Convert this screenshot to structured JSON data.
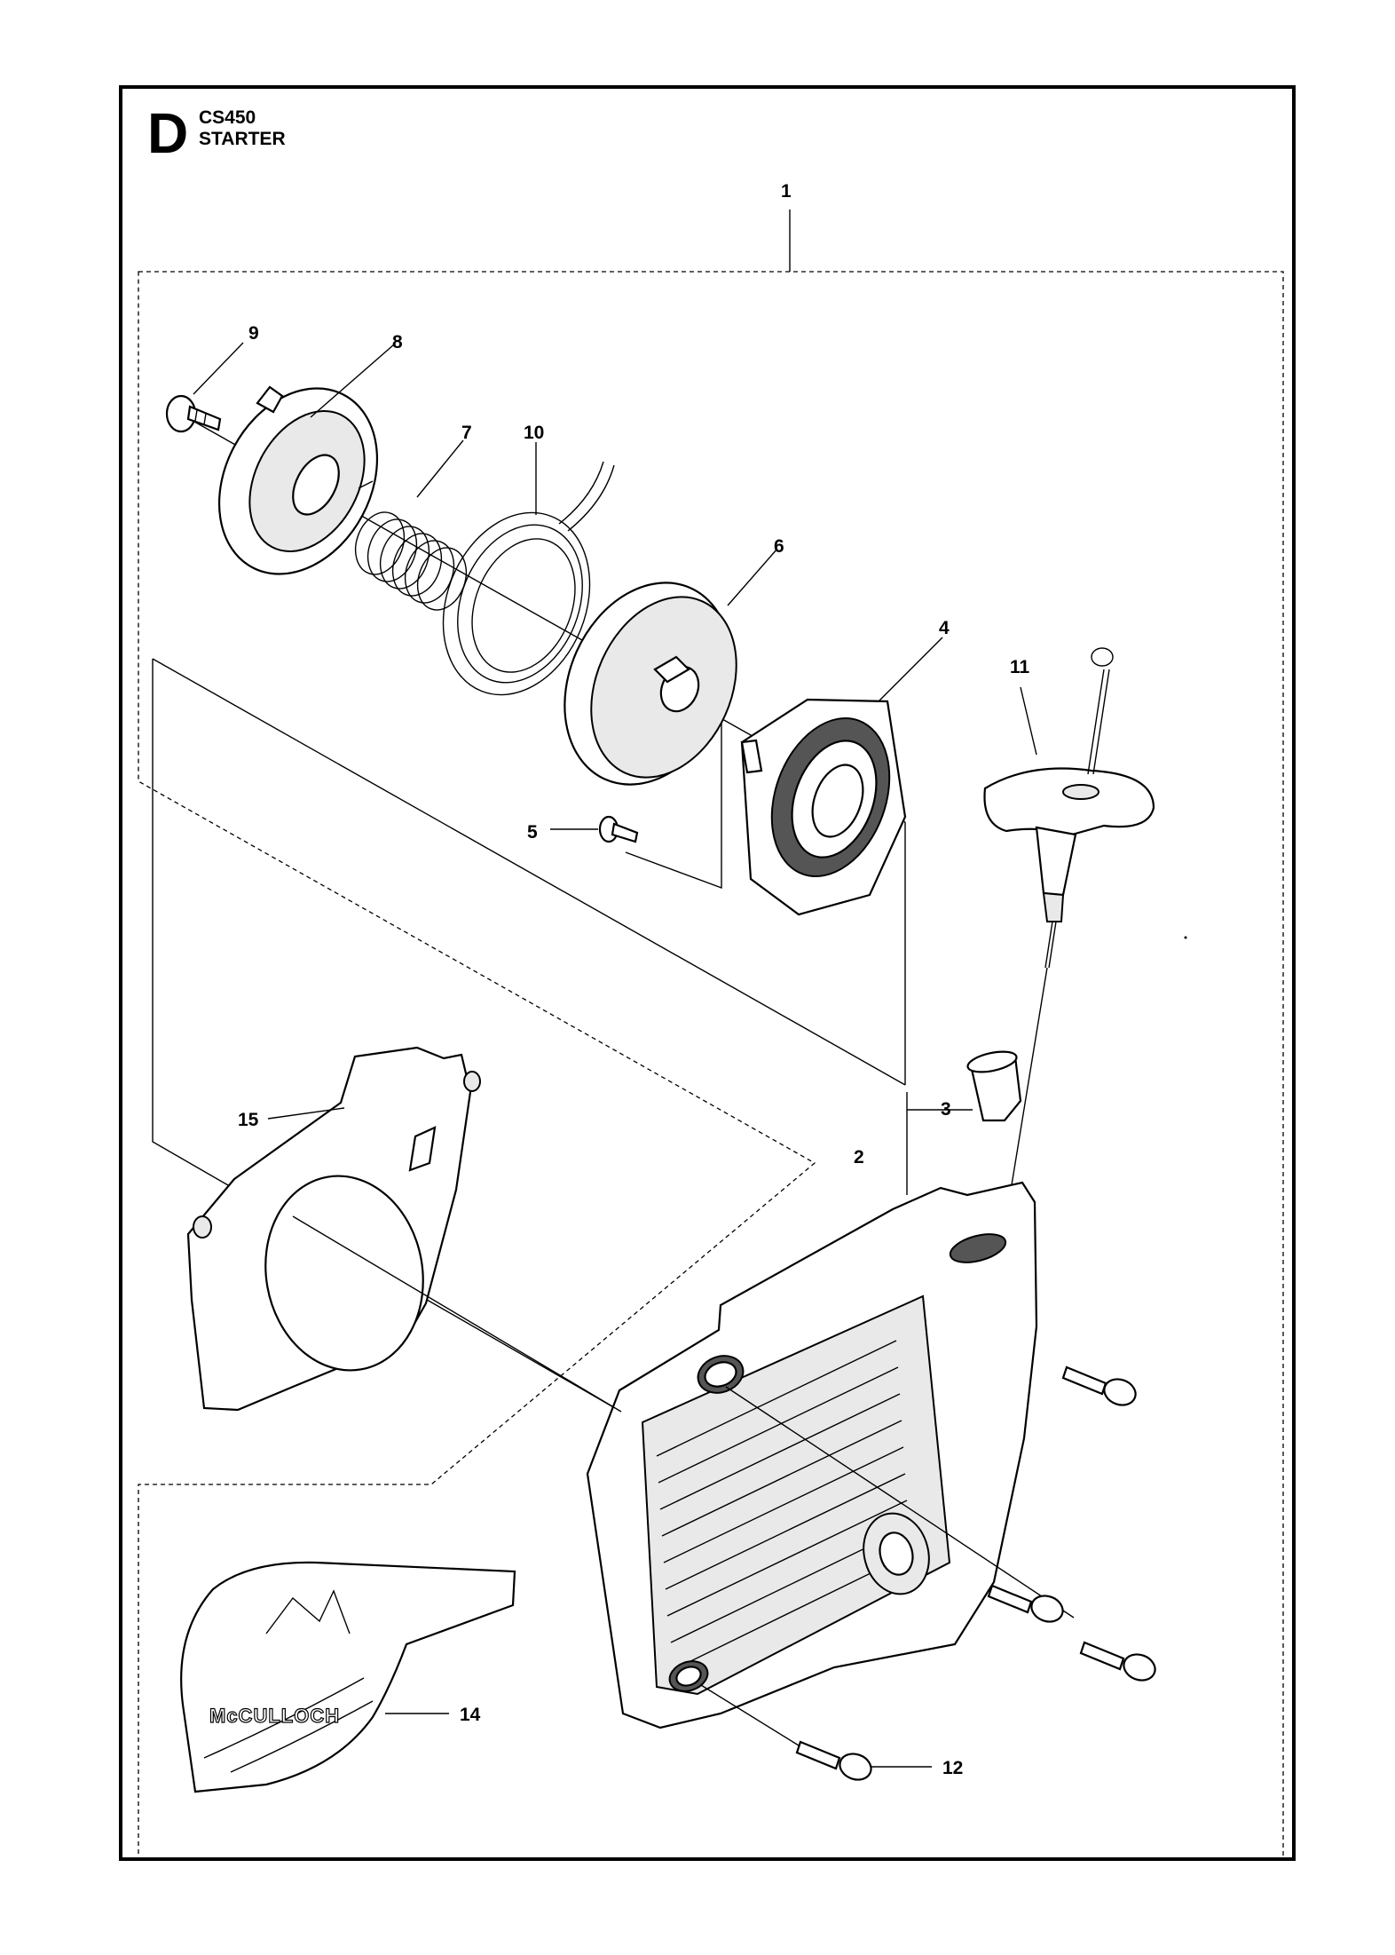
{
  "header": {
    "section_letter": "D",
    "model": "CS450",
    "title": "STARTER"
  },
  "callouts": [
    "1",
    "2",
    "3",
    "4",
    "5",
    "6",
    "7",
    "8",
    "9",
    "10",
    "11",
    "12",
    "14",
    "15"
  ],
  "decal_logo_text": "McCULLOCH"
}
